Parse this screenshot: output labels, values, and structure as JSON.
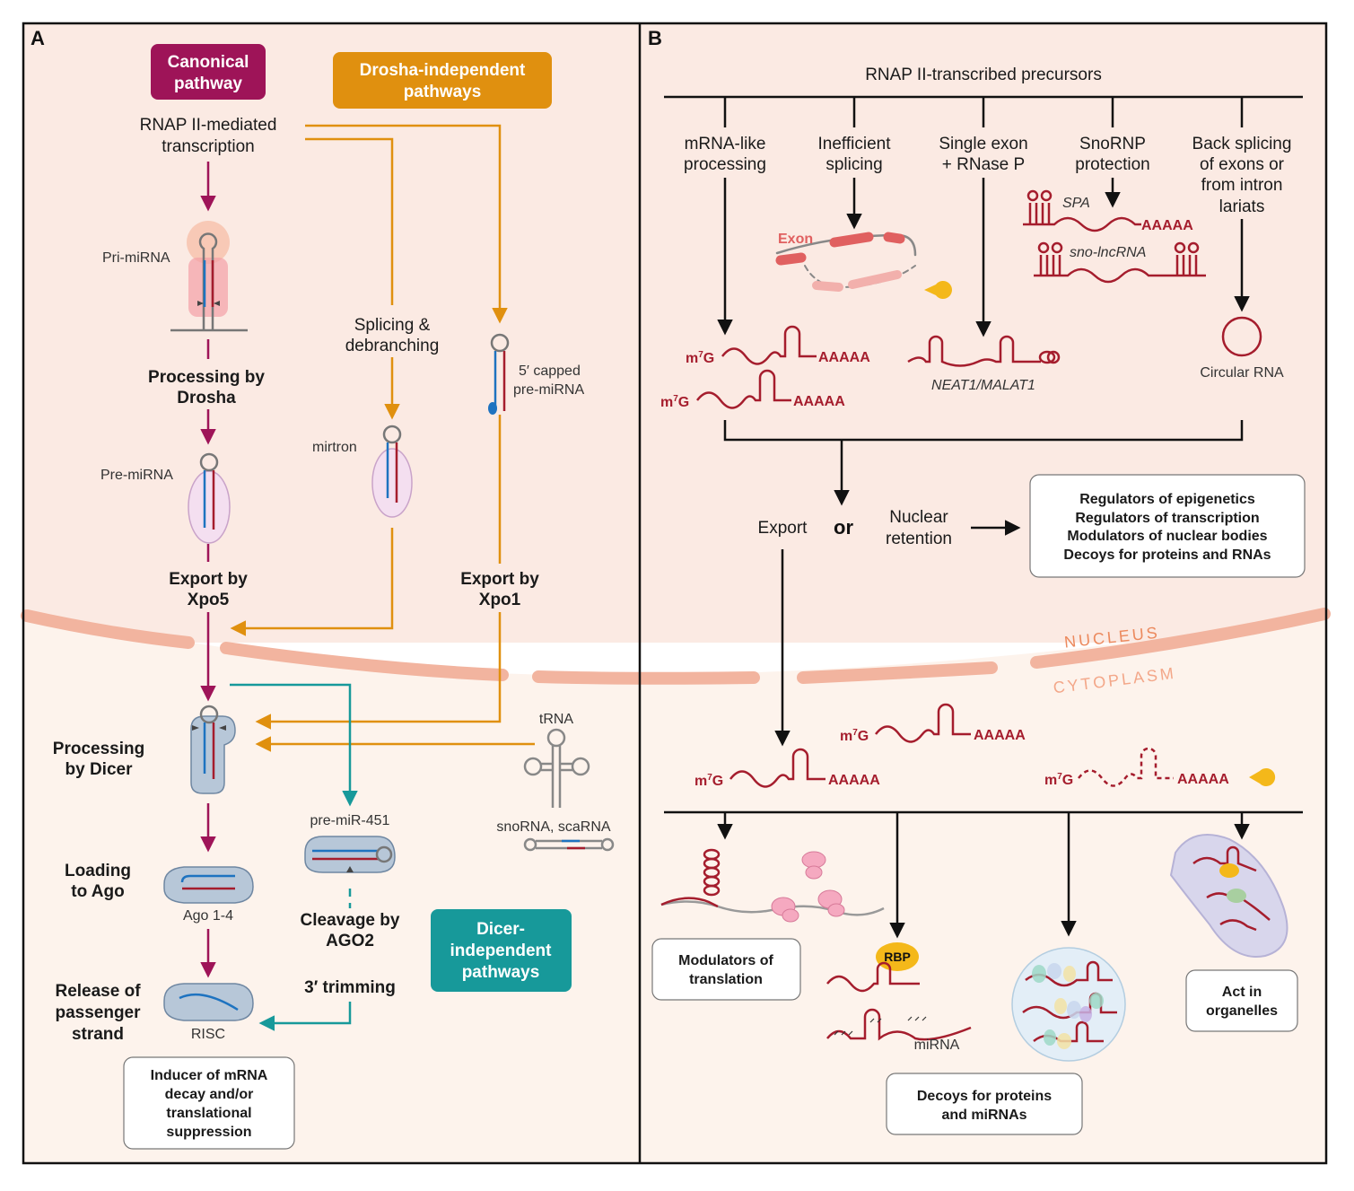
{
  "colors": {
    "canonical": "#9e1458",
    "drosha_independent": "#e0900f",
    "dicer_independent": "#17999a",
    "rna_red": "#a51d2d",
    "strand_blue": "#1e73c0",
    "nucleus_bg": "#fbeae3",
    "cytoplasm_bg": "#fdf3ec",
    "membrane": "#f2b49f"
  },
  "panel_a": {
    "label": "A",
    "canonical_label": [
      "Canonical",
      "pathway"
    ],
    "drosha_label": [
      "Drosha-independent",
      "pathways"
    ],
    "dicer_indep_label": [
      "Dicer-",
      "independent",
      "pathways"
    ],
    "rnap_label": [
      "RNAP II-mediated",
      "transcription"
    ],
    "pri_mirna": "Pri-miRNA",
    "processing_drosha": [
      "Processing by",
      "Drosha"
    ],
    "pre_mirna": "Pre-miRNA",
    "export_xpo5": [
      "Export by",
      "Xpo5"
    ],
    "splicing": [
      "Splicing &",
      "debranching"
    ],
    "mirtron": "mirtron",
    "capped": [
      "5′ capped",
      "pre-miRNA"
    ],
    "export_xpo1": [
      "Export by",
      "Xpo1"
    ],
    "processing_dicer": [
      "Processing",
      "by Dicer"
    ],
    "trna": "tRNA",
    "snorna": "snoRNA, scaRNA",
    "pre_mir451": "pre-miR-451",
    "loading": [
      "Loading",
      "to Ago"
    ],
    "ago": "Ago 1-4",
    "cleavage": [
      "Cleavage by",
      "AGO2"
    ],
    "trimming": "3′ trimming",
    "release": [
      "Release of",
      "passenger",
      "strand"
    ],
    "risc": "RISC",
    "inducer_box": [
      "Inducer of mRNA",
      "decay and/or",
      "translational",
      "suppression"
    ]
  },
  "panel_b": {
    "label": "B",
    "title": "RNAP II-transcribed precursors",
    "branches": [
      [
        "mRNA-like",
        "processing"
      ],
      [
        "Inefficient",
        "splicing"
      ],
      [
        "Single exon",
        "+ RNase P"
      ],
      [
        "SnoRNP",
        "protection"
      ],
      [
        "Back splicing",
        "of exons or",
        "from intron",
        "lariats"
      ]
    ],
    "exon": "Exon",
    "spa": "SPA",
    "sno_lncrna": "sno-lncRNA",
    "polya": "AAAAA",
    "m7g": "m",
    "m7g_sup": "7",
    "m7g_g": "G",
    "neat1": "NEAT1/MALAT1",
    "circular": "Circular RNA",
    "export": "Export",
    "or": "or",
    "nuclear_retention": [
      "Nuclear",
      "retention"
    ],
    "regulators_box": [
      "Regulators of epigenetics",
      "Regulators of transcription",
      "Modulators of nuclear bodies",
      "Decoys for proteins and RNAs"
    ],
    "nucleus": "NUCLEUS",
    "cytoplasm": "CYTOPLASM",
    "rbp": "RBP",
    "mirna": "miRNA",
    "modulators_box": [
      "Modulators of",
      "translation"
    ],
    "decoys_box": [
      "Decoys for proteins",
      "and miRNAs"
    ],
    "organelles_box": [
      "Act in",
      "organelles"
    ]
  }
}
